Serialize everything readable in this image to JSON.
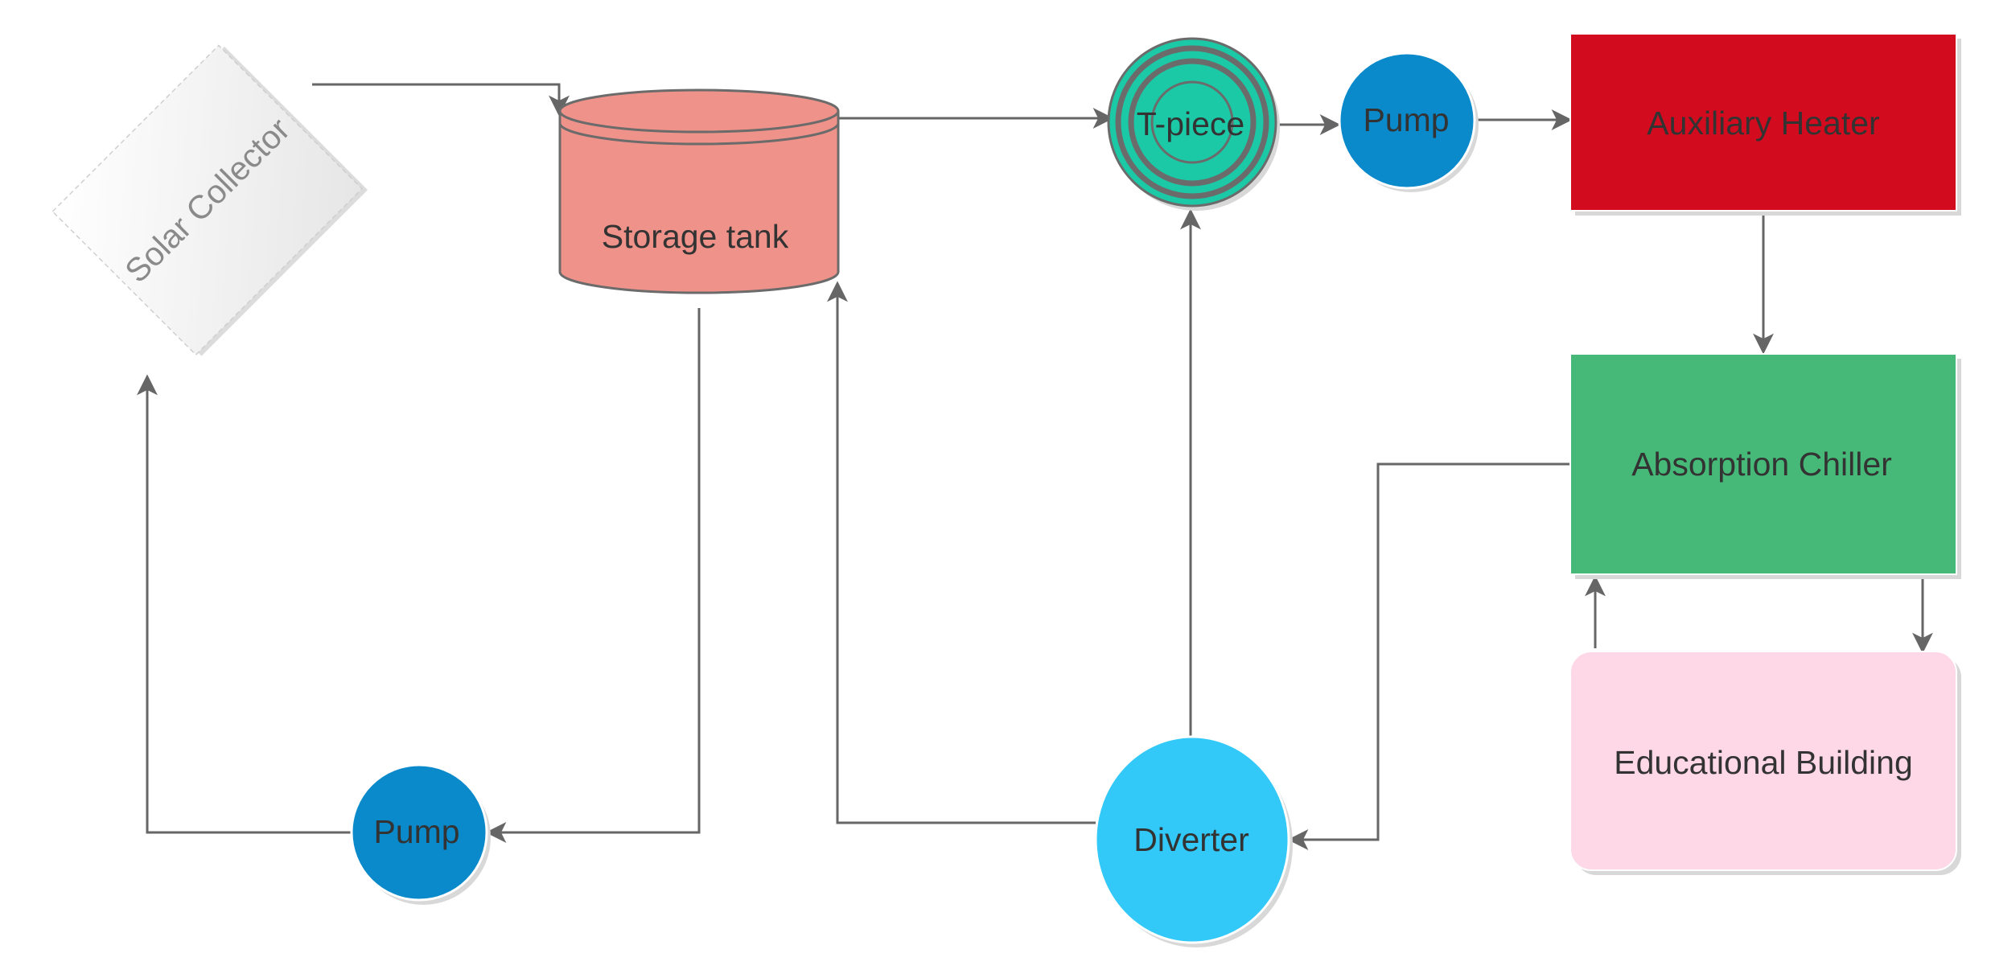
{
  "nodes": {
    "solar_collector": {
      "label": "Solar Collector",
      "color": "#eeeeee"
    },
    "storage_tank": {
      "label": "Storage tank",
      "color": "#ef928a"
    },
    "t_piece": {
      "label": "T-piece",
      "color": "#1cc9a6"
    },
    "pump_top": {
      "label": "Pump",
      "color": "#0a89cb"
    },
    "aux_heater": {
      "label": "Auxiliary Heater",
      "color": "#d20c1e"
    },
    "chiller": {
      "label": "Absorption Chiller",
      "color": "#46b978"
    },
    "building": {
      "label": "Educational Building",
      "color": "#fed8e6"
    },
    "diverter": {
      "label": "Diverter",
      "color": "#32c8f8"
    },
    "pump_bottom": {
      "label": "Pump",
      "color": "#0a89cb"
    }
  },
  "connections": [
    {
      "from": "solar_collector",
      "to": "storage_tank"
    },
    {
      "from": "storage_tank",
      "to": "t_piece"
    },
    {
      "from": "t_piece",
      "to": "pump_top"
    },
    {
      "from": "pump_top",
      "to": "aux_heater"
    },
    {
      "from": "aux_heater",
      "to": "chiller"
    },
    {
      "from": "chiller",
      "to": "building"
    },
    {
      "from": "building",
      "to": "chiller"
    },
    {
      "from": "chiller",
      "to": "diverter"
    },
    {
      "from": "diverter",
      "to": "t_piece"
    },
    {
      "from": "diverter",
      "to": "storage_tank"
    },
    {
      "from": "storage_tank",
      "to": "pump_bottom"
    },
    {
      "from": "pump_bottom",
      "to": "solar_collector"
    }
  ],
  "colors": {
    "connector": "#666666",
    "label_text": "#333333",
    "shadow": "#d8d8d8"
  }
}
